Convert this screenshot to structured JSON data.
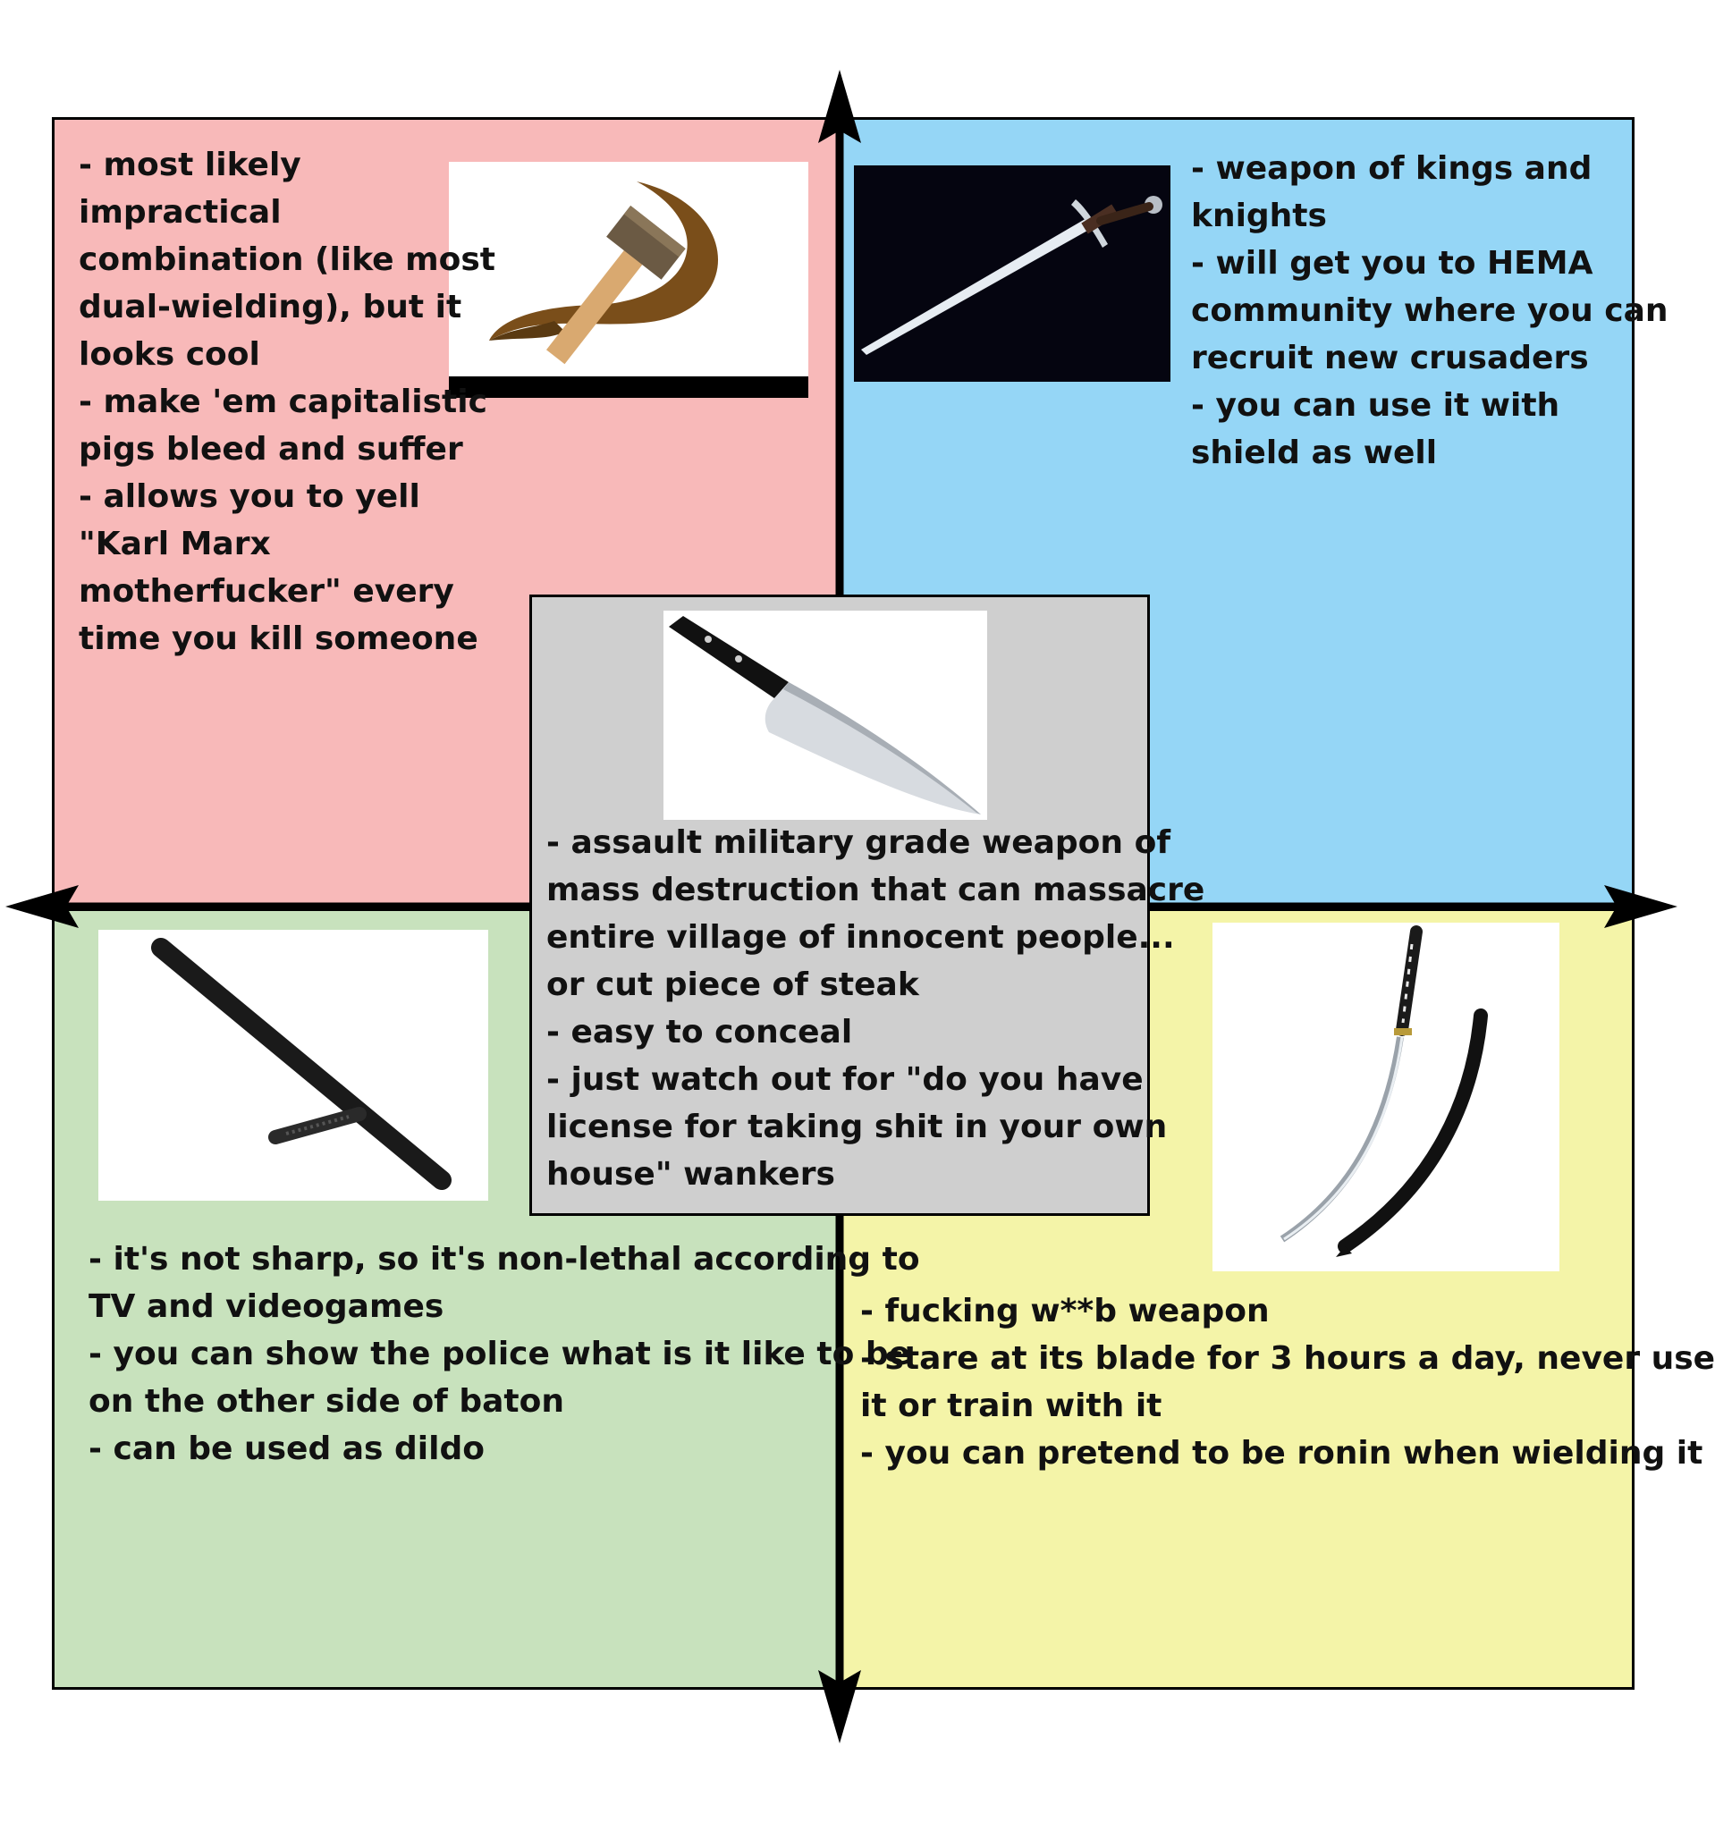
{
  "quadrants": {
    "top_left": {
      "background": "#f8b9b9",
      "image": "hammer-and-sickle",
      "lines": [
        "- most likely",
        "impractical",
        "combination (like most",
        "dual-wielding), but it",
        "looks cool",
        "- make 'em capitalistic",
        "pigs bleed and suffer",
        "- allows you to yell",
        "\"Karl Marx",
        "motherfucker\" every",
        "time you kill someone"
      ]
    },
    "top_right": {
      "background": "#95d6f6",
      "image": "longsword",
      "lines": [
        "- weapon of kings and",
        "knights",
        "- will get you to HEMA",
        "community where you can",
        "recruit new crusaders",
        "- you can use it with",
        "shield as well"
      ]
    },
    "bottom_left": {
      "background": "#c8e2bd",
      "image": "police-baton",
      "lines": [
        "- it's not sharp, so it's non-lethal according to",
        "TV and videogames",
        "- you can show the police what is it like to be",
        "on the other side of baton",
        "- can be used as dildo"
      ]
    },
    "bottom_right": {
      "background": "#f4f4a8",
      "image": "katana",
      "lines": [
        "- fucking w**b weapon",
        "- stare at its blade for 3 hours a day, never use",
        "it or train with it",
        "- you can pretend to be ronin when wielding it"
      ]
    }
  },
  "center": {
    "background": "#cfcfcf",
    "image": "kitchen-knife",
    "lines": [
      "- assault military grade weapon of",
      "mass destruction that can massacre",
      "entire village of innocent people...",
      "or cut piece of steak",
      "- easy to conceal",
      "- just watch out for \"do you have",
      "license for taking shit in your own",
      "house\" wankers"
    ]
  }
}
